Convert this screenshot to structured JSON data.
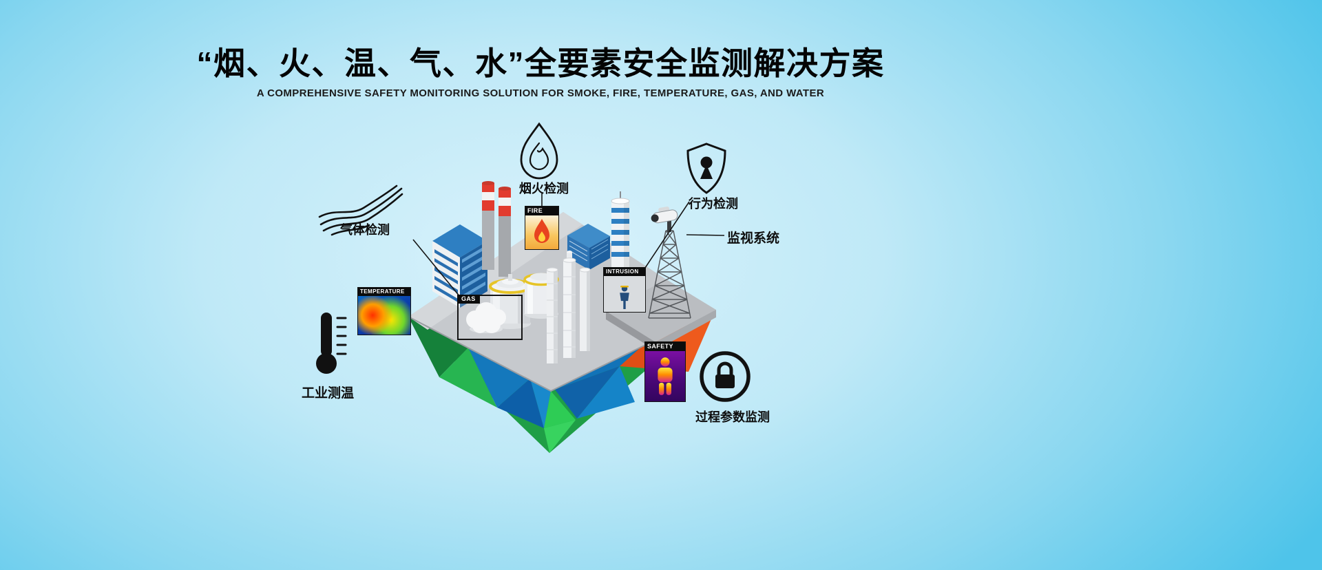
{
  "page": {
    "title": "“烟、火、温、气、水”全要素安全监测解决方案",
    "subtitle": "A COMPREHENSIVE SAFETY MONITORING SOLUTION FOR SMOKE, FIRE, TEMPERATURE, GAS, AND WATER"
  },
  "callouts": {
    "gas_detection": "气体检测",
    "smoke_fire_detection": "烟火检测",
    "behavior_detection": "行为检测",
    "surveillance_system": "监视系统",
    "industrial_temperature": "工业测温",
    "process_parameter_monitoring": "过程参数监测"
  },
  "scene_labels": {
    "temperature": "TEMPERATURE",
    "fire": "FIRE",
    "gas": "GAS",
    "intrusion": "INTRUSION",
    "safety": "SAFETY"
  },
  "colors": {
    "background_center": "#d9f2fb",
    "background_edge": "#4ec4ea",
    "title_text": "#040404",
    "platform_gray": "#c6c9cd",
    "facet_orange": "#ee5a1d",
    "facet_blue": "#1273b8",
    "facet_green": "#1f9e46",
    "chimney_red": "#e23b2e",
    "tank_ring_yellow": "#e6c427"
  }
}
